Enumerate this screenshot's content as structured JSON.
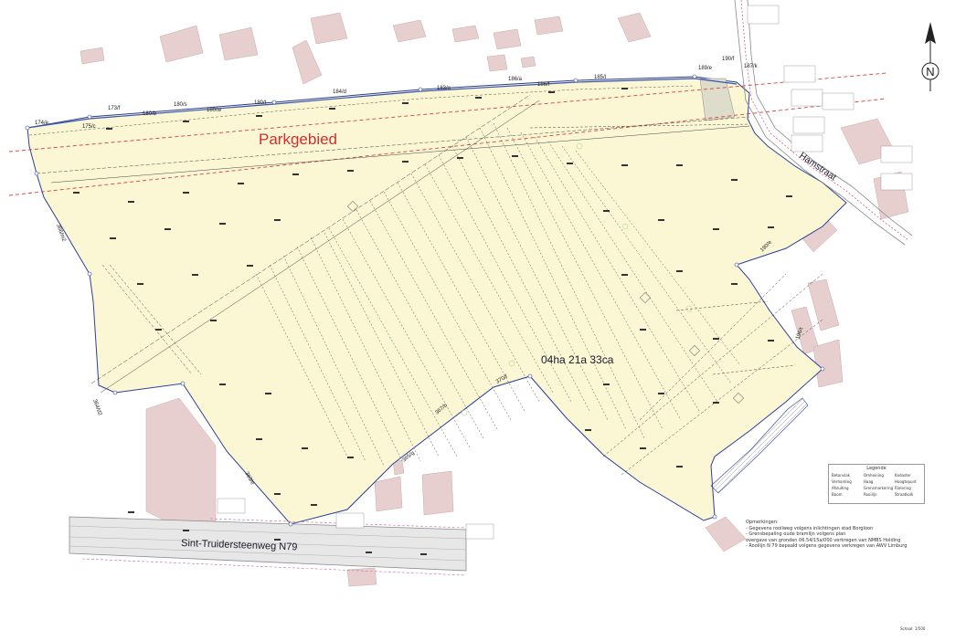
{
  "map": {
    "area_label": "Parkgebied",
    "parcel_area": "04ha 21a 33ca",
    "road_main": "Sint-Truidersteenweg N79",
    "road_side": "Hamstraat",
    "north": "N"
  },
  "parcels": {
    "p174e": "174/e",
    "p175c": "175/c",
    "p173f": "173/f",
    "p180b": "180/b",
    "p180s": "180/s",
    "p180w": "180/w",
    "p180t": "180/t",
    "p184d": "184/d",
    "p183a": "183/a",
    "p186a": "186/a",
    "p186f": "186/f",
    "p185l": "185/l",
    "p189e": "189/e",
    "p190f": "190/f",
    "p187k": "187/k",
    "p190e": "190/e",
    "p196t": "196/t",
    "p370f": "370/f",
    "p367b": "367/b",
    "p365g": "365/g",
    "p363e": "363/e",
    "p364d2": "364/d2",
    "p366m2": "366/m2"
  },
  "legend": {
    "title": "Legende",
    "rows": [
      "Betonvlak",
      "Verharding",
      "Afsluiting",
      "Boom",
      "Omheining",
      "Haag",
      "Grensmarkering",
      "Rooilijn",
      "Kadaster",
      "Hoogtepunt",
      "Riolering",
      "Straatkolk"
    ]
  },
  "remarks": {
    "title": "Opmerkingen:",
    "lines": [
      "- Gegevens rooilweg volgens inlichtingen stad Borgloon",
      "- Grensbepaling oude bramlijn volgens plan",
      "  overgave van gronden  06.54/15a/000 verkregen van NMBS  Holding",
      "- Rooilijn N 79 bepaald volgens gegevens verkregen van AWV Limburg"
    ]
  },
  "scale": {
    "label": "Schaal: 1/500"
  }
}
